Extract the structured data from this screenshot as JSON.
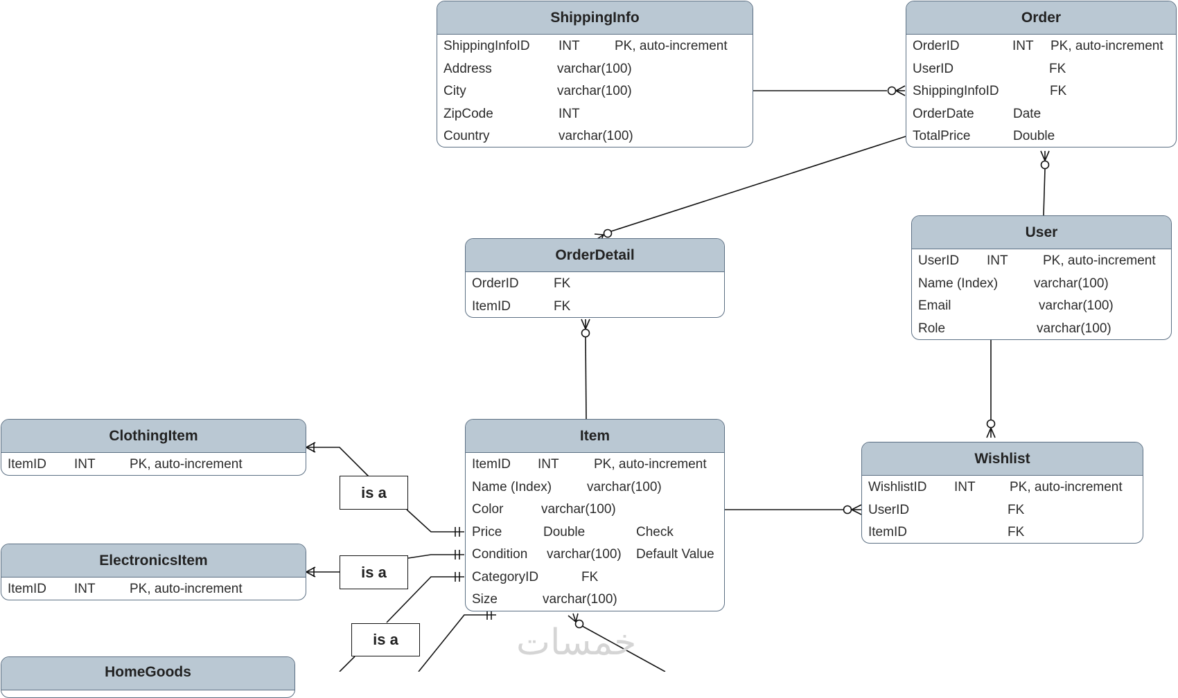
{
  "entities": {
    "shipping_info": {
      "title": "ShippingInfo",
      "rows": [
        [
          "ShippingInfoID",
          "INT",
          "PK, auto-increment"
        ],
        [
          "Address",
          "varchar(100)",
          ""
        ],
        [
          "City",
          "varchar(100)",
          ""
        ],
        [
          "ZipCode",
          "INT",
          ""
        ],
        [
          "Country",
          "varchar(100)",
          ""
        ]
      ]
    },
    "order": {
      "title": "Order",
      "rows": [
        [
          "OrderID",
          "INT",
          "PK, auto-increment"
        ],
        [
          "UserID",
          "",
          "FK"
        ],
        [
          "ShippingInfoID",
          "",
          "FK"
        ],
        [
          "OrderDate",
          "Date",
          ""
        ],
        [
          "TotalPrice",
          "Double",
          ""
        ]
      ]
    },
    "order_detail": {
      "title": "OrderDetail",
      "rows": [
        [
          "OrderID",
          "FK",
          ""
        ],
        [
          "ItemID",
          "FK",
          ""
        ]
      ]
    },
    "user": {
      "title": "User",
      "rows": [
        [
          "UserID",
          "INT",
          "PK, auto-increment"
        ],
        [
          "Name (Index)",
          "varchar(100)",
          ""
        ],
        [
          "Email",
          "varchar(100)",
          ""
        ],
        [
          "Role",
          "varchar(100)",
          ""
        ]
      ]
    },
    "clothing_item": {
      "title": "ClothingItem",
      "rows": [
        [
          "ItemID",
          "INT",
          "PK, auto-increment"
        ]
      ]
    },
    "item": {
      "title": "Item",
      "rows": [
        [
          "ItemID",
          "INT",
          "PK, auto-increment"
        ],
        [
          "Name (Index)",
          "varchar(100)",
          ""
        ],
        [
          "Color",
          "varchar(100)",
          ""
        ],
        [
          "Price",
          "Double",
          "Check"
        ],
        [
          "Condition",
          "varchar(100)",
          "Default Value"
        ],
        [
          "CategoryID",
          "FK",
          ""
        ],
        [
          "Size",
          "varchar(100)",
          ""
        ]
      ]
    },
    "wishlist": {
      "title": "Wishlist",
      "rows": [
        [
          "WishlistID",
          "INT",
          "PK, auto-increment"
        ],
        [
          "UserID",
          "",
          "FK"
        ],
        [
          "ItemID",
          "",
          "FK"
        ]
      ]
    },
    "electronics_item": {
      "title": "ElectronicsItem",
      "rows": [
        [
          "ItemID",
          "INT",
          "PK, auto-increment"
        ]
      ]
    },
    "home_goods": {
      "title": "HomeGoods",
      "rows": []
    }
  },
  "isa_labels": [
    "is a",
    "is a",
    "is a"
  ],
  "watermark": "خمسات",
  "colors": {
    "header_fill": "#bac8d3",
    "border": "#5a6e82",
    "line": "#111111",
    "watermark": "#d5d5d5"
  }
}
